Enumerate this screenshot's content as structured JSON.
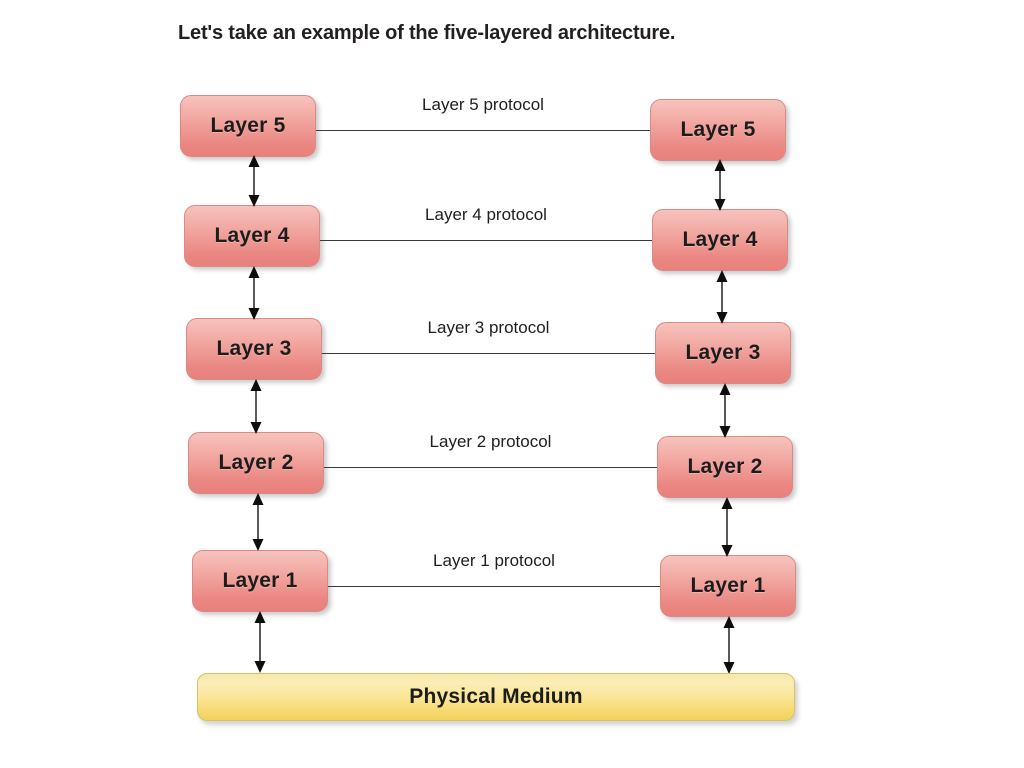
{
  "page": {
    "title": "Let's take an example of the five-layered architecture.",
    "background_color": "#ffffff"
  },
  "colors": {
    "layer_box_fill_top": "#f7c3bd",
    "layer_box_fill_bottom": "#e8817c",
    "layer_box_border": "#d98a86",
    "medium_fill_top": "#f6e7a8",
    "medium_fill_bottom": "#f2d25e",
    "medium_border": "#d9c069",
    "line_color": "#3a3a3a",
    "text_color": "#1c1c1c"
  },
  "diagram": {
    "type": "layered-protocol-stack",
    "host_count": 2,
    "layer_count": 5,
    "left_stack": {
      "name": "left-host-stack",
      "layers": [
        {
          "label": "Layer 5",
          "level": 5
        },
        {
          "label": "Layer 4",
          "level": 4
        },
        {
          "label": "Layer 3",
          "level": 3
        },
        {
          "label": "Layer 2",
          "level": 2
        },
        {
          "label": "Layer 1",
          "level": 1
        }
      ]
    },
    "right_stack": {
      "name": "right-host-stack",
      "layers": [
        {
          "label": "Layer 5",
          "level": 5
        },
        {
          "label": "Layer 4",
          "level": 4
        },
        {
          "label": "Layer 3",
          "level": 3
        },
        {
          "label": "Layer 2",
          "level": 2
        },
        {
          "label": "Layer 1",
          "level": 1
        }
      ]
    },
    "protocols": [
      {
        "label": "Layer 5 protocol",
        "level": 5
      },
      {
        "label": "Layer 4 protocol",
        "level": 4
      },
      {
        "label": "Layer 3 protocol",
        "level": 3
      },
      {
        "label": "Layer 2 protocol",
        "level": 2
      },
      {
        "label": "Layer 1 protocol",
        "level": 1
      }
    ],
    "physical_medium": {
      "label": "Physical Medium"
    },
    "interfaces": {
      "description": "double-headed vertical arrows between adjacent layers and between Layer 1 and the Physical Medium",
      "count_per_stack": 5
    }
  }
}
